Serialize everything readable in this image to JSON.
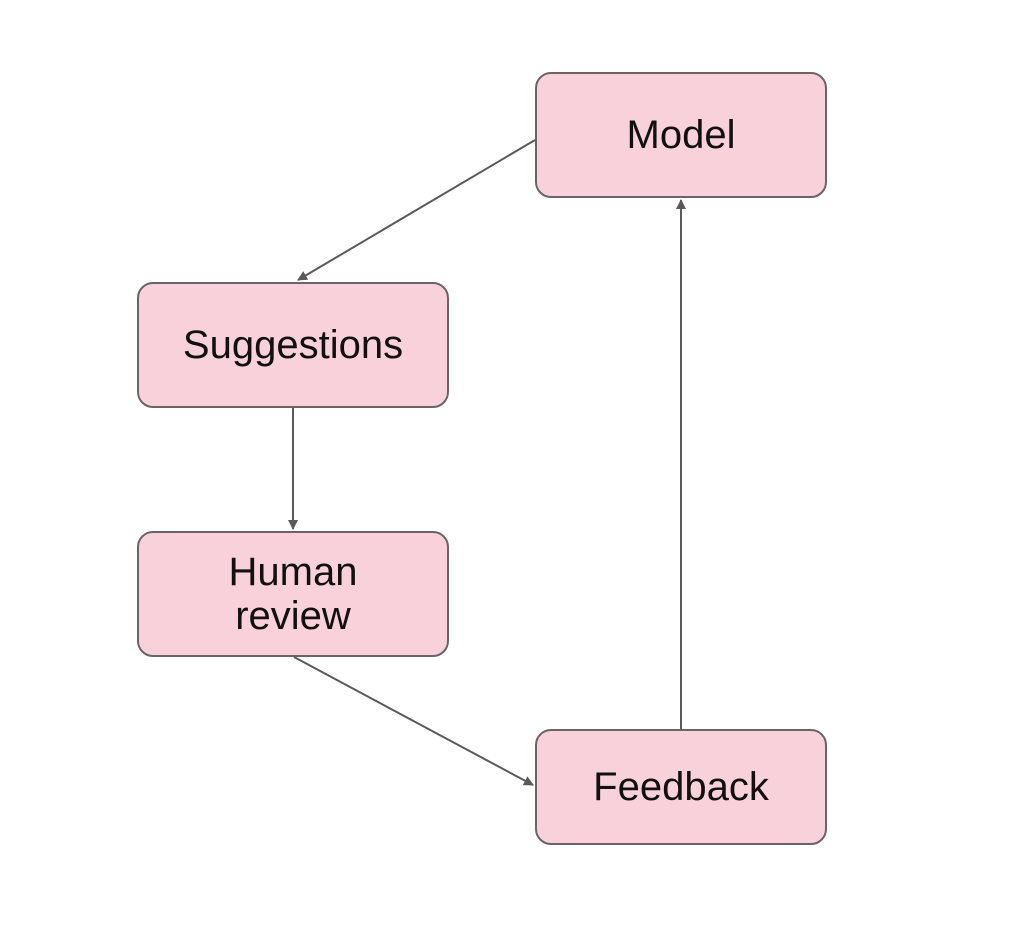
{
  "diagram": {
    "nodes": {
      "model": {
        "label": "Model"
      },
      "suggestions": {
        "label": "Suggestions"
      },
      "human_review": {
        "label": "Human review"
      },
      "feedback": {
        "label": "Feedback"
      }
    },
    "edges": [
      {
        "from": "model",
        "to": "suggestions"
      },
      {
        "from": "suggestions",
        "to": "human_review"
      },
      {
        "from": "human_review",
        "to": "feedback"
      },
      {
        "from": "feedback",
        "to": "model"
      }
    ],
    "colors": {
      "node_fill": "#f9d1da",
      "node_border": "#6b6467",
      "arrow": "#5a5a5a",
      "text": "#111111",
      "background": "#ffffff"
    }
  }
}
